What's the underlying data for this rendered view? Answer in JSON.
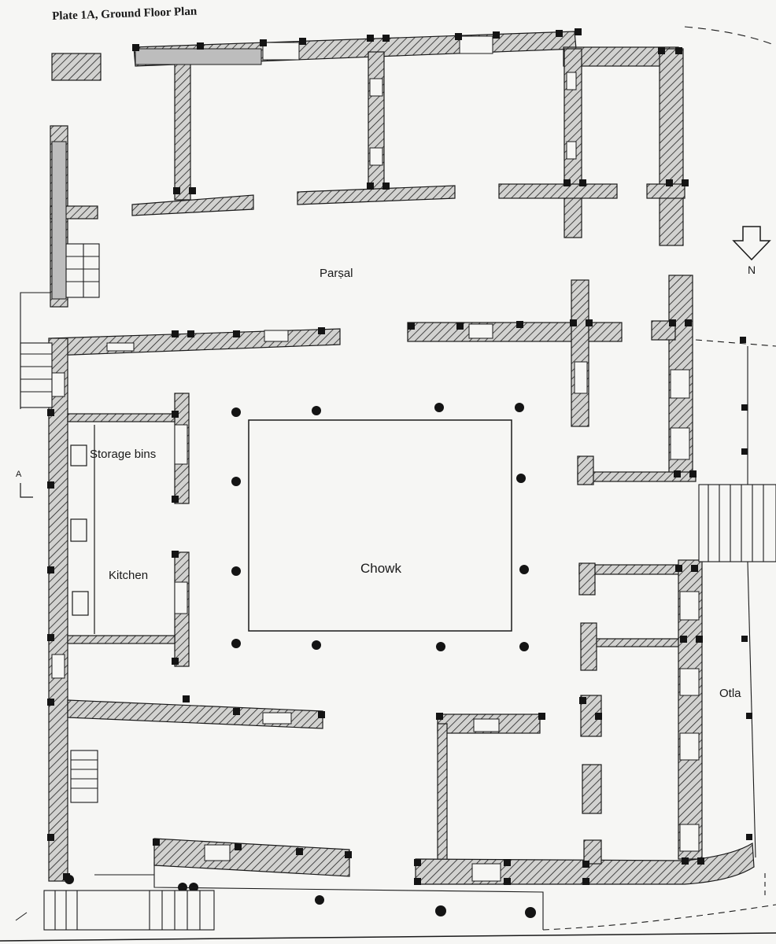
{
  "title": "Plate 1A, Ground Floor Plan",
  "rooms": {
    "parsal": "Parṣal",
    "storage": "Storage bins",
    "kitchen": "Kitchen",
    "chowk": "Chowk",
    "otla": "Otla"
  },
  "north_label": "N",
  "section_label": "A",
  "colors": {
    "wall_fill": "#bdbdbd",
    "line": "#1a1a1a",
    "paper": "#f6f6f4"
  }
}
